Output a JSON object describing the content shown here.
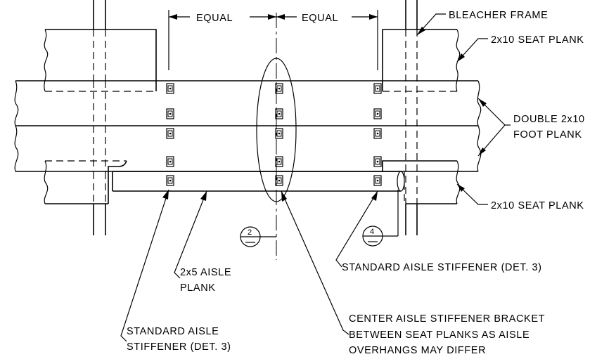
{
  "dimensions": {
    "left_label": "EQUAL",
    "right_label": "EQUAL"
  },
  "labels": {
    "bleacher_frame": "BLEACHER FRAME",
    "seat_plank_top": "2x10 SEAT PLANK",
    "foot_plank_line1": "DOUBLE 2x10",
    "foot_plank_line2": "FOOT PLANK",
    "seat_plank_bottom": "2x10 SEAT PLANK",
    "aisle_plank_line1": "2x5 AISLE",
    "aisle_plank_line2": "PLANK",
    "std_stiffener_right": "STANDARD AISLE STIFFENER (DET. 3)",
    "std_stiffener_left_line1": "STANDARD AISLE",
    "std_stiffener_left_line2": "STIFFENER (DET. 3)",
    "center_bracket_line1": "CENTER AISLE STIFFENER BRACKET",
    "center_bracket_line2": "BETWEEN SEAT PLANKS AS AISLE",
    "center_bracket_line3": "OVERHANGS MAY DIFFER"
  },
  "section_markers": [
    {
      "number": "2"
    },
    {
      "number": "4"
    }
  ]
}
